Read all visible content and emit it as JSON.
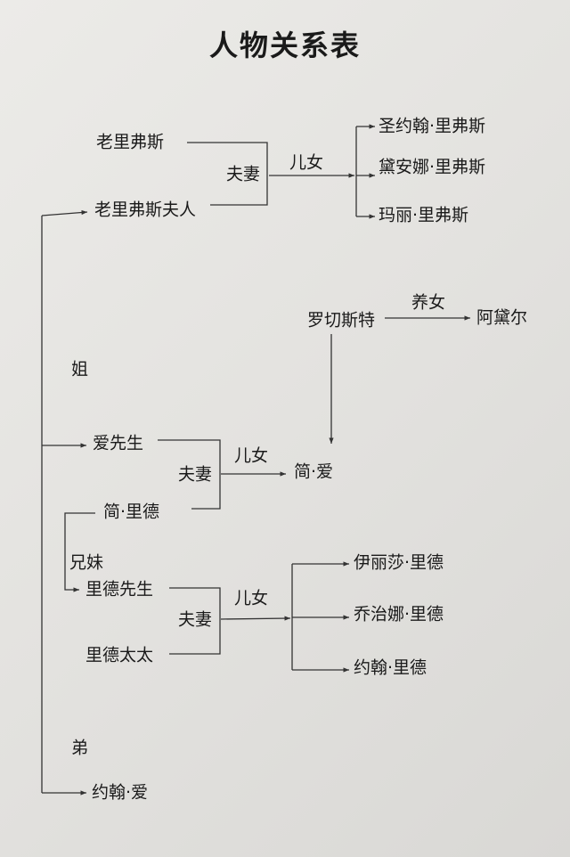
{
  "title": "人物关系表",
  "rivers": {
    "father": "老里弗斯",
    "mother": "老里弗斯夫人",
    "couple": "夫妻",
    "children_label": "儿女",
    "children": [
      "圣约翰·里弗斯",
      "黛安娜·里弗斯",
      "玛丽·里弗斯"
    ]
  },
  "rochester": {
    "name": "罗切斯特",
    "relation": "养女",
    "ward": "阿黛尔"
  },
  "eyre": {
    "sister_label": "姐",
    "father": "爱先生",
    "mother": "简·里德",
    "couple": "夫妻",
    "children_label": "儿女",
    "child": "简·爱"
  },
  "reed": {
    "sibling_label": "兄妹",
    "father": "里德先生",
    "mother": "里德太太",
    "couple": "夫妻",
    "children_label": "儿女",
    "children": [
      "伊丽莎·里德",
      "乔治娜·里德",
      "约翰·里德"
    ]
  },
  "john_eyre": {
    "brother_label": "弟",
    "name": "约翰·爱"
  }
}
